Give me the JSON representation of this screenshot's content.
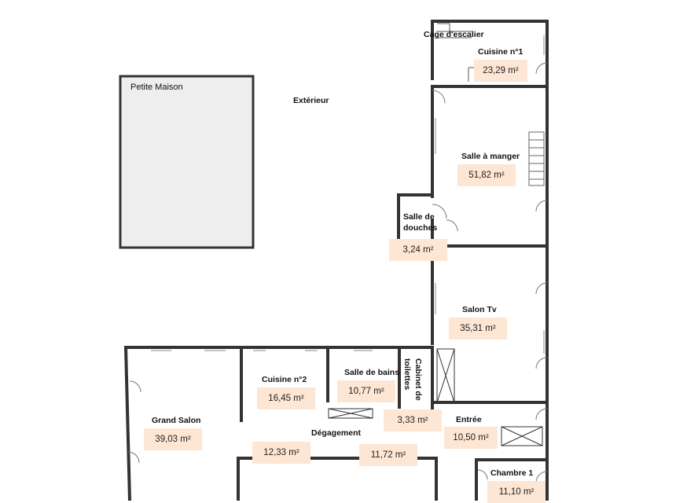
{
  "rooms": {
    "petite_maison": {
      "label": "Petite Maison"
    },
    "exterieur": {
      "label": "Extérieur"
    },
    "cage_escalier": {
      "label": "Cage d'escalier"
    },
    "cuisine1": {
      "label": "Cuisine n°1",
      "area": "23,29 m²"
    },
    "salle_manger": {
      "label": "Salle à manger",
      "area": "51,82 m²"
    },
    "salle_douches": {
      "label_line1": "Salle de",
      "label_line2": "douches",
      "area": "3,24 m²"
    },
    "salon_tv": {
      "label": "Salon Tv",
      "area": "35,31 m²"
    },
    "grand_salon": {
      "label": "Grand Salon",
      "area": "39,03 m²"
    },
    "cuisine2": {
      "label": "Cuisine n°2",
      "area": "16,45 m²"
    },
    "salle_bains": {
      "label": "Salle de bains",
      "area": "10,77 m²"
    },
    "cabinet": {
      "label_line1": "Cabinet de",
      "label_line2": "toilettes",
      "area": "3,33 m²"
    },
    "degagement": {
      "label": "Dégagement",
      "area1": "12,33 m²",
      "area2": "11,72 m²"
    },
    "entree": {
      "label": "Entrée",
      "area": "10,50 m²"
    },
    "chambre1": {
      "label": "Chambre 1",
      "area": "11,10 m²"
    }
  },
  "colors": {
    "wall": "#333333",
    "annex_fill": "#eeeeee",
    "area_badge": "#fde6d4"
  }
}
